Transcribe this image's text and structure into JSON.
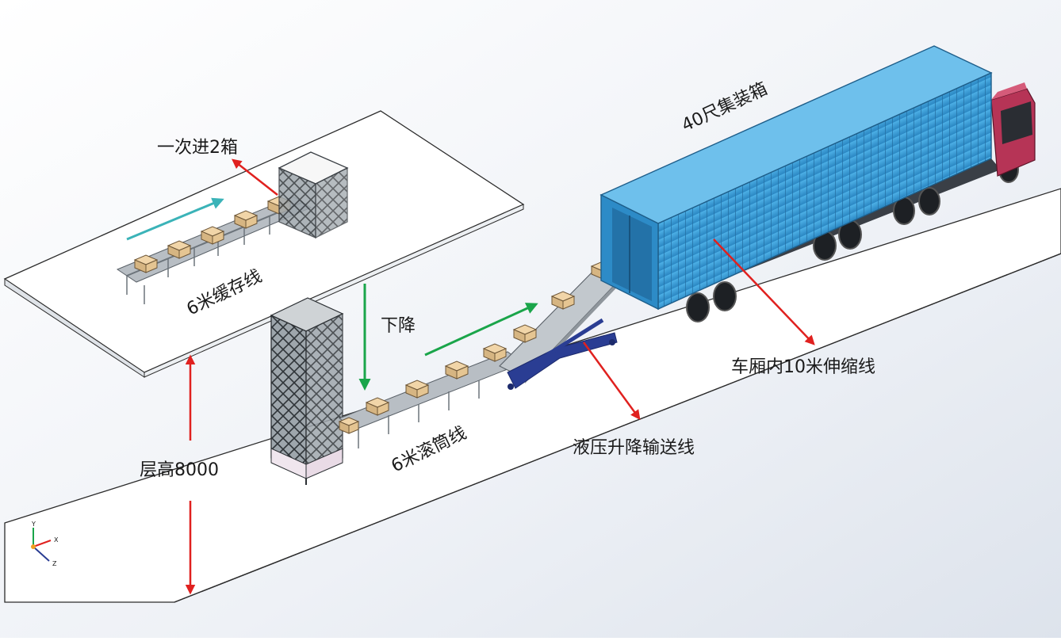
{
  "labels": {
    "intake": "一次进2箱",
    "buffer_line": "6米缓存线",
    "descend": "下降",
    "roller_line": "6米滚筒线",
    "floor_height": "层高8000",
    "container": "40尺集装箱",
    "telescopic_line": "车厢内10米伸缩线",
    "hydraulic_line": "液压升降输送线"
  },
  "axes": {
    "x": "X",
    "y": "Y",
    "z": "Z"
  },
  "colors": {
    "arrow_red": "#e0211f",
    "arrow_green": "#1aa54a",
    "arrow_teal": "#3bb3b8",
    "container_blue": "#3fa3dc",
    "lift_frame": "#5f6a74",
    "box": "#f1d5a8",
    "conveyor": "#9aa2aa",
    "hydraulic": "#2a3d93",
    "cab": "#b63456"
  },
  "icons": [
    "red-arrow",
    "green-arrow",
    "teal-arrow",
    "coordinate-triad-icon"
  ]
}
